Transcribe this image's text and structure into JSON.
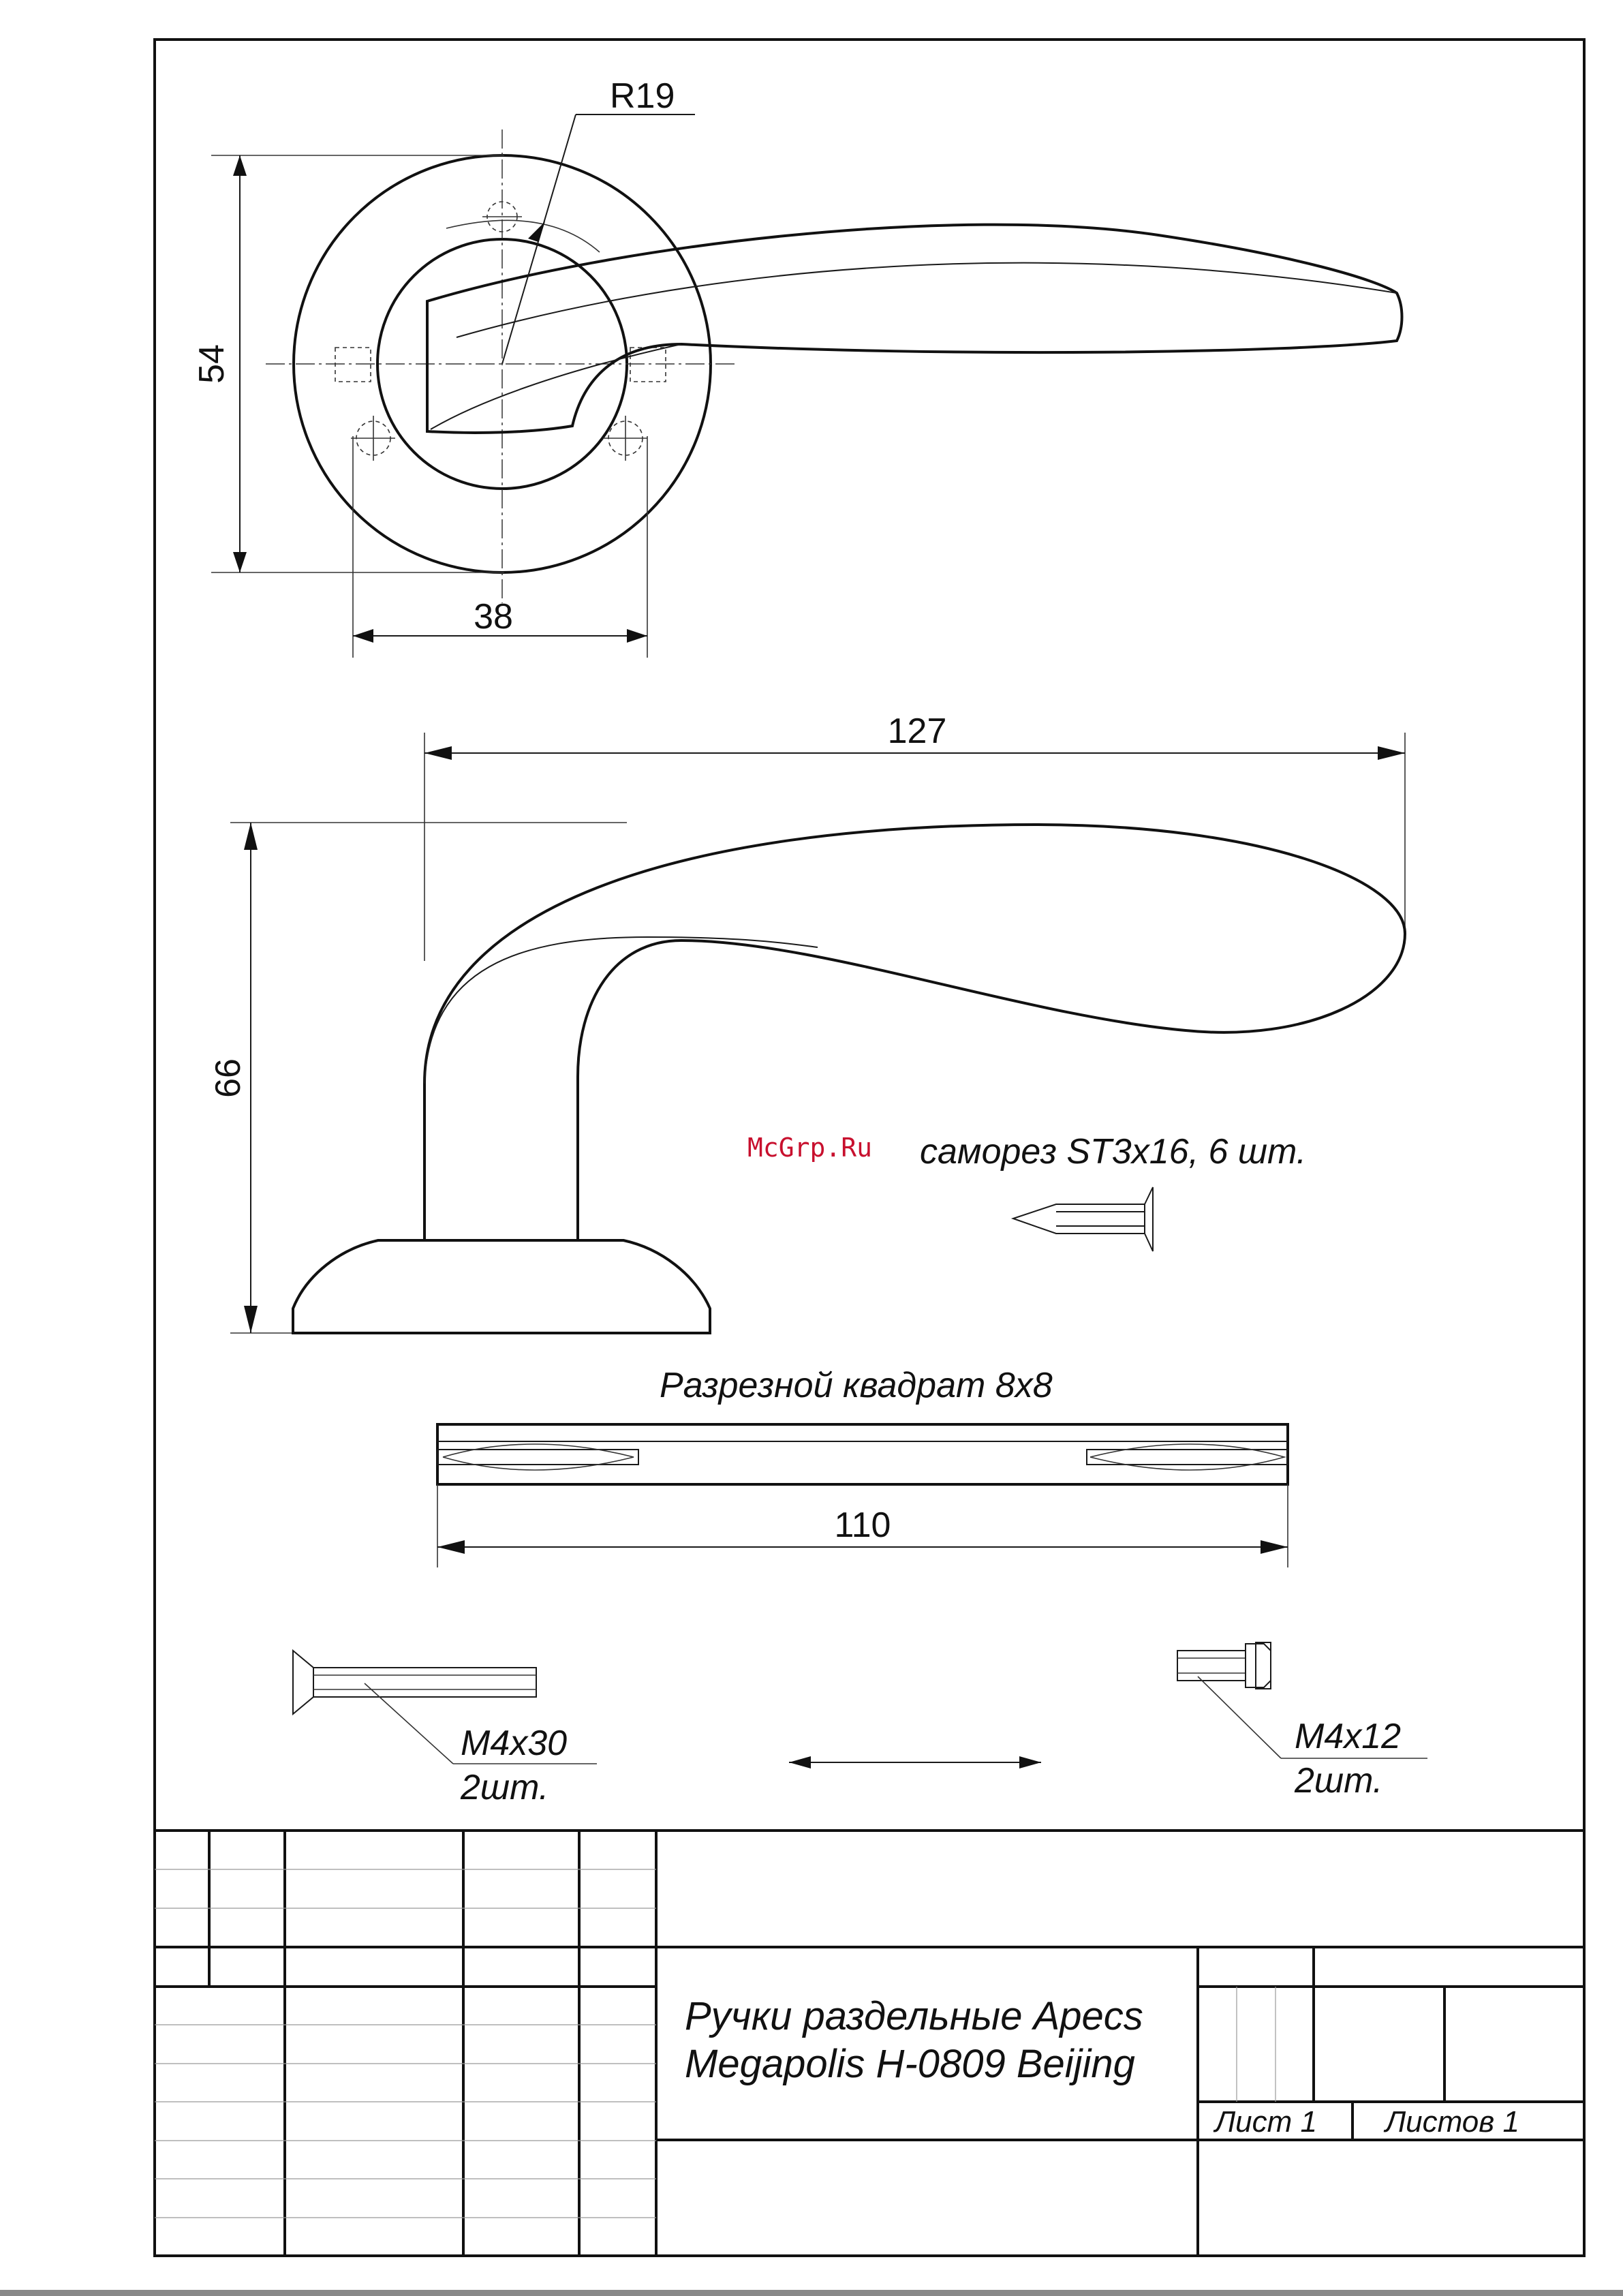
{
  "dimensions": {
    "radius": "R19",
    "rosette_height": "54",
    "screw_spacing": "38",
    "lever_length": "127",
    "handle_height": "66",
    "spindle_length": "110"
  },
  "notes": {
    "watermark": "McGrp.Ru",
    "wood_screw": "саморез ST3x16, 6 шт.",
    "spindle": "Разрезной квадрат 8x8",
    "bolt_long_size": "M4x30",
    "bolt_long_qty": "2шт.",
    "bolt_short_size": "M4x12",
    "bolt_short_qty": "2шт."
  },
  "title_block": {
    "title_line1": "Ручки раздельные Apecs",
    "title_line2": "Megapolis H-0809 Beijing",
    "sheet": "Лист 1",
    "sheets": "Листов 1"
  }
}
